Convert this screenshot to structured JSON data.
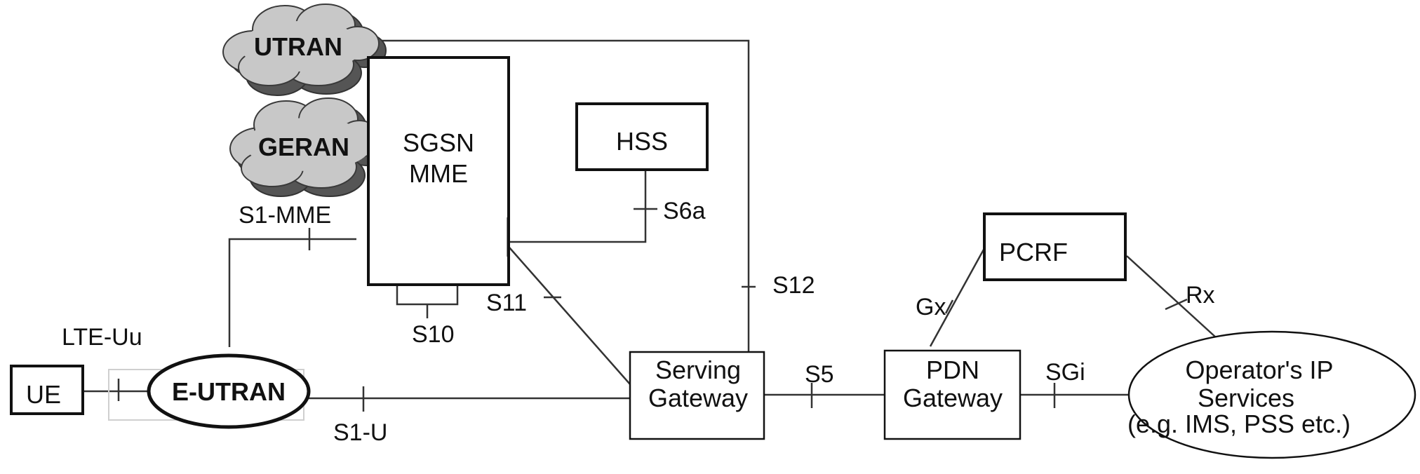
{
  "nodes": {
    "utran": "UTRAN",
    "geran": "GERAN",
    "sgsn": "SGSN",
    "mme": "MME",
    "hss": "HSS",
    "pcrf": "PCRF",
    "ue": "UE",
    "eutran": "E-UTRAN",
    "serving_gateway_line1": "Serving",
    "serving_gateway_line2": "Gateway",
    "pdn_gateway_line1": "PDN",
    "pdn_gateway_line2": "Gateway",
    "operator_line1": "Operator's IP",
    "operator_line2": "Services",
    "operator_line3": "(e.g. IMS, PSS etc.)"
  },
  "interfaces": {
    "s1_mme": "S1-MME",
    "s6a": "S6a",
    "s12": "S12",
    "s11": "S11",
    "s10": "S10",
    "lte_uu": "LTE-Uu",
    "s1_u": "S1-U",
    "s5": "S5",
    "sgi": "SGi",
    "gx": "Gx",
    "rx": "Rx"
  },
  "colors": {
    "cloud_fill": "#c8c8c8",
    "cloud_stroke": "#3a3a3a",
    "line": "#333333",
    "box": "#111111"
  }
}
